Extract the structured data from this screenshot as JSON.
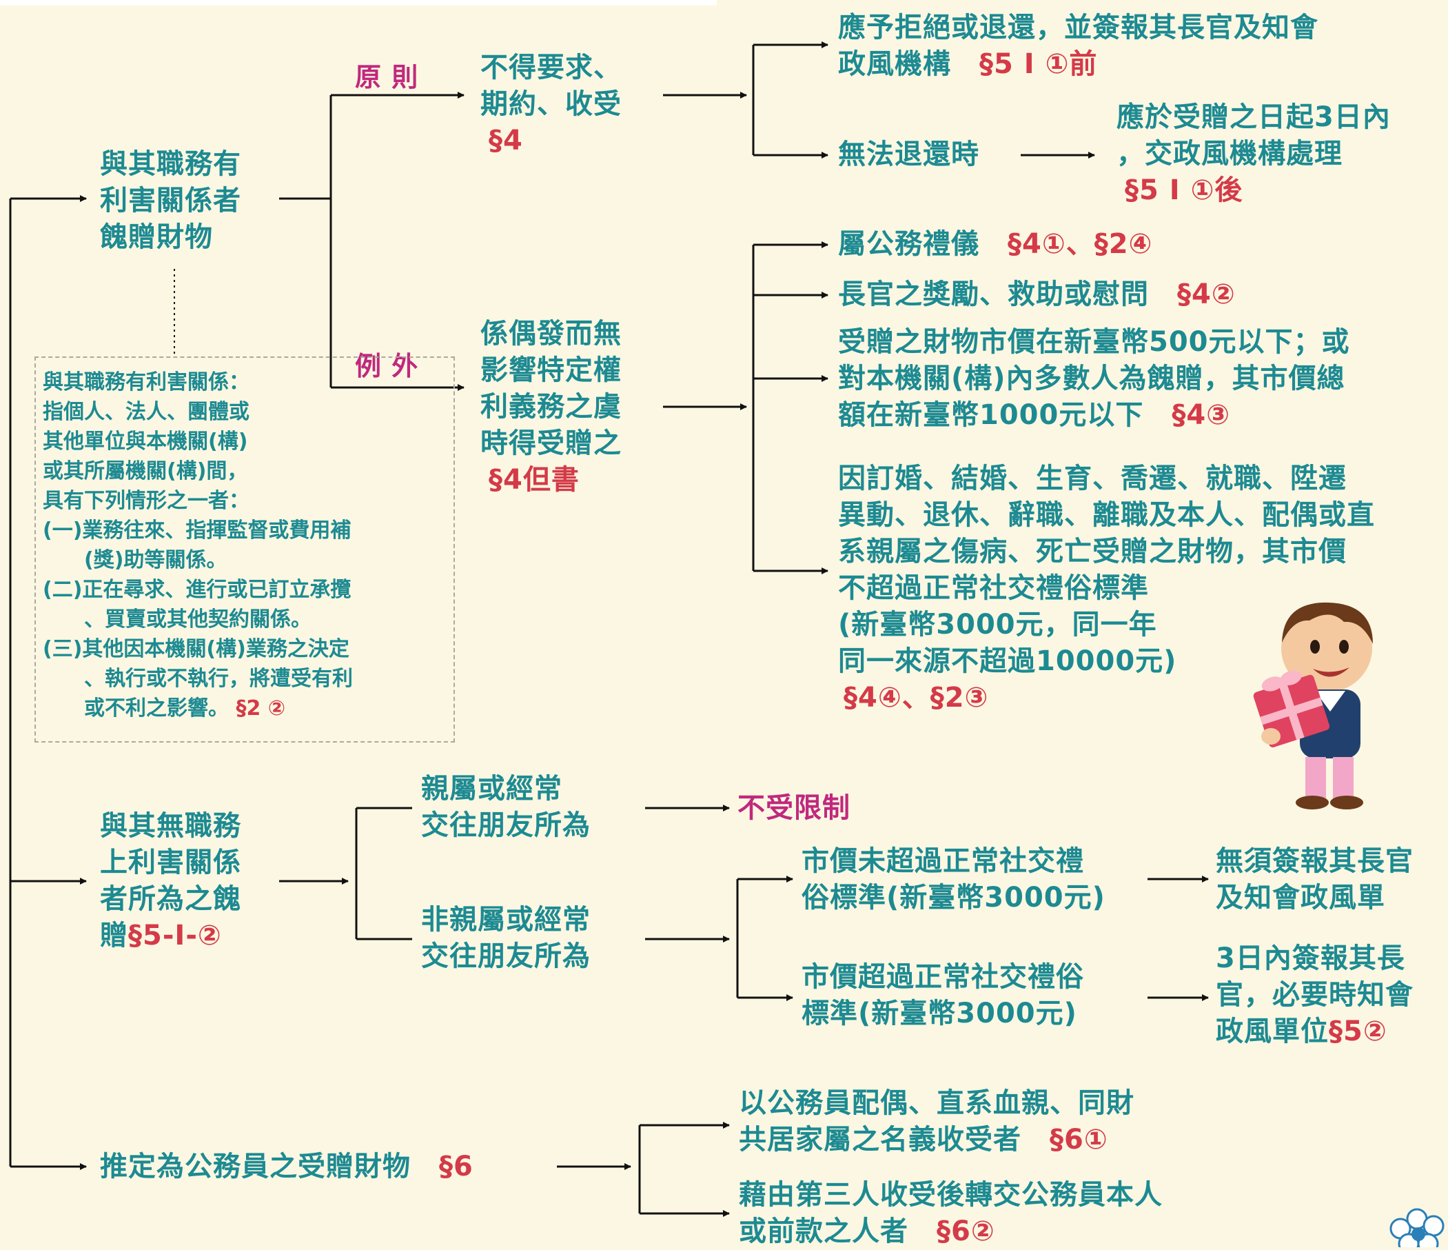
{
  "labels": {
    "principle": "原 則",
    "exception": "例 外"
  },
  "left": {
    "gift_interest": [
      "與其職務有",
      "利害關係者",
      "餽贈財物"
    ],
    "gift_no_interest": [
      "與其無職務",
      "上利害關係",
      "者所為之餽"
    ],
    "gift_no_interest_last": "贈",
    "gift_no_interest_ref": "§5-I-②",
    "presumed": "推定為公務員之受贈財物",
    "presumed_ref": "§6"
  },
  "definition": [
    "與其職務有利害關係：",
    "指個人、法人、團體或",
    "其他單位與本機關(構)",
    "或其所屬機關(構)間，",
    "具有下列情形之一者：",
    "(一)業務往來、指揮監督或費用補",
    "　　(獎)助等關係。",
    "(二)正在尋求、進行或已訂立承攬",
    "　　、買賣或其他契約關係。",
    "(三)其他因本機關(構)業務之決定",
    "　　、執行或不執行，將遭受有利",
    "　　或不利之影響。"
  ],
  "definition_ref": "§2 ②",
  "principle": {
    "lines": [
      "不得要求、",
      "期約、收受"
    ],
    "ref": "§4"
  },
  "exception": {
    "lines": [
      "係偶發而無",
      "影響特定權",
      "利義務之虞",
      "時得受贈之"
    ],
    "ref": "§4但書"
  },
  "refuse": {
    "lines": [
      "應予拒絕或退還，並簽報其長官及知會"
    ],
    "line2": "政風機構",
    "ref": "§5 I ①前"
  },
  "cannot_return": "無法退還時",
  "hand_over": {
    "lines": [
      "應於受贈之日起3日內",
      "，交政風機構處理"
    ],
    "ref": "§5 I ①後"
  },
  "exceptions": {
    "courtesy": "屬公務禮儀",
    "courtesy_ref": "§4①、§2④",
    "reward": "長官之獎勵、救助或慰問",
    "reward_ref": "§4②",
    "small_value": [
      "受贈之財物市價在新臺幣500元以下；或",
      "對本機關(構)內多數人為餽贈，其市價總"
    ],
    "small_value_last": "額在新臺幣1000元以下",
    "small_value_ref": "§4③",
    "occasion": [
      "因訂婚、結婚、生育、喬遷、就職、陞遷",
      "異動、退休、辭職、離職及本人、配偶或直",
      "系親屬之傷病、死亡受贈之財物，其市價",
      "不超過正常社交禮俗標準",
      "(新臺幣3000元，同一年",
      "同一來源不超過10000元)"
    ],
    "occasion_ref": "§4④、§2③"
  },
  "relatives": {
    "lines": [
      "親屬或經常",
      "交往朋友所為"
    ],
    "result": "不受限制"
  },
  "non_relatives": {
    "lines": [
      "非親屬或經常",
      "交往朋友所為"
    ]
  },
  "under_value": {
    "lines": [
      "市價未超過正常社交禮",
      "俗標準(新臺幣3000元)"
    ]
  },
  "over_value": {
    "lines": [
      "市價超過正常社交禮俗",
      "標準(新臺幣3000元)"
    ]
  },
  "no_report": {
    "lines": [
      "無須簽報其長官",
      "及知會政風單"
    ]
  },
  "report": {
    "lines": [
      "3日內簽報其長",
      "官，必要時知會"
    ],
    "last": "政風單位",
    "ref": "§5②"
  },
  "presumed_cases": {
    "spouse": [
      "以公務員配偶、直系血親、同財"
    ],
    "spouse_last": "共居家屬之名義收受者",
    "spouse_ref": "§6①",
    "third_party": [
      "藉由第三人收受後轉交公務員本人"
    ],
    "third_party_last": "或前款之人者",
    "third_party_ref": "§6②"
  },
  "colors": {
    "text": "#1d8a92",
    "reference": "#d43a48",
    "label": "#c0287e",
    "line": "#111111",
    "background": "#fbf7e2"
  }
}
